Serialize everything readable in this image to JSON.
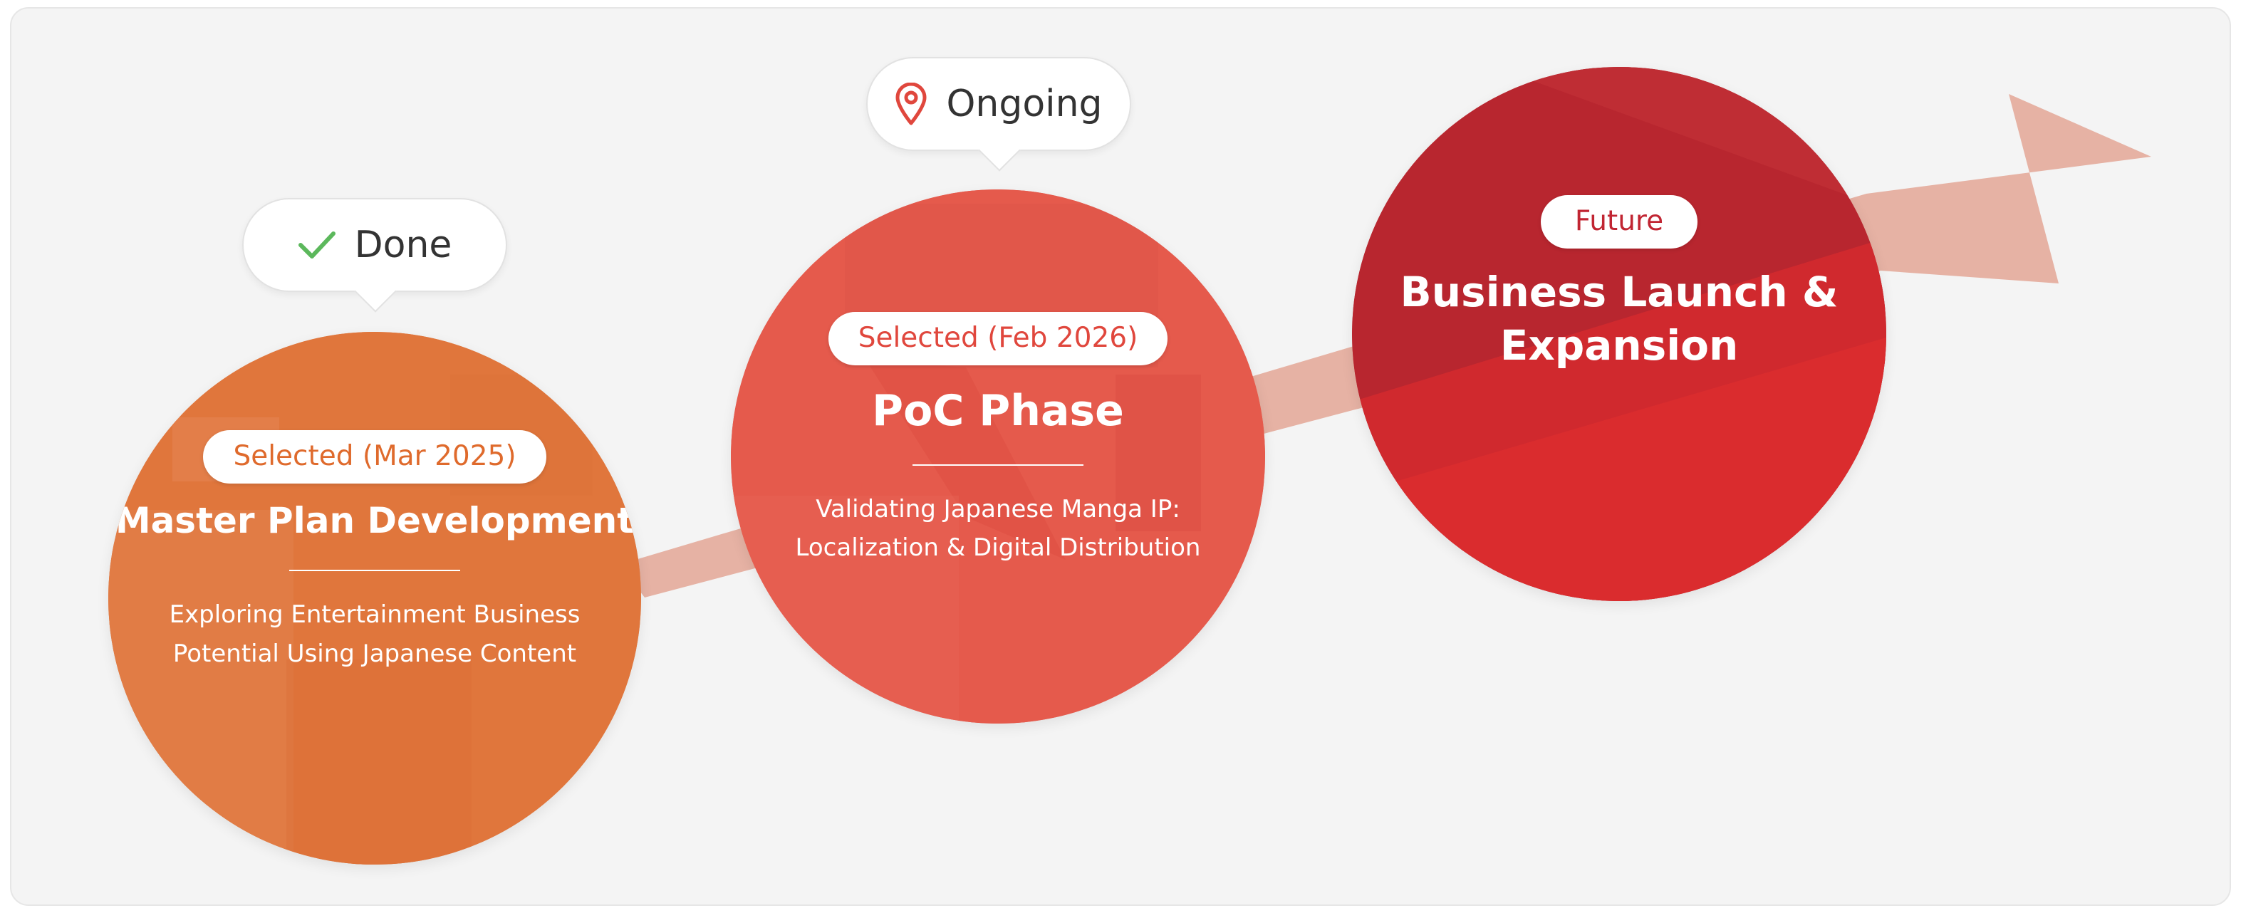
{
  "status_bubbles": {
    "done": {
      "label": "Done",
      "icon": "check-icon",
      "icon_color": "#5cb85c"
    },
    "ongoing": {
      "label": "Ongoing",
      "icon": "location-pin-icon",
      "icon_color": "#e0473d"
    }
  },
  "stages": [
    {
      "badge": "Selected (Mar 2025)",
      "title": "Master Plan Development",
      "description_lines": [
        "Exploring Entertainment Business",
        "Potential Using Japanese Content"
      ],
      "color": "#e0763c"
    },
    {
      "badge": "Selected (Feb 2026)",
      "title": "PoC Phase",
      "description_lines": [
        "Validating Japanese Manga IP:",
        "Localization & Digital Distribution"
      ],
      "color": "#e55a4c"
    },
    {
      "badge": "Future",
      "title_lines": [
        "Business Launch &",
        "Expansion"
      ],
      "color": "#c12a32"
    }
  ],
  "colors": {
    "background": "#f4f4f4",
    "arrow": "#e6b2a4"
  }
}
